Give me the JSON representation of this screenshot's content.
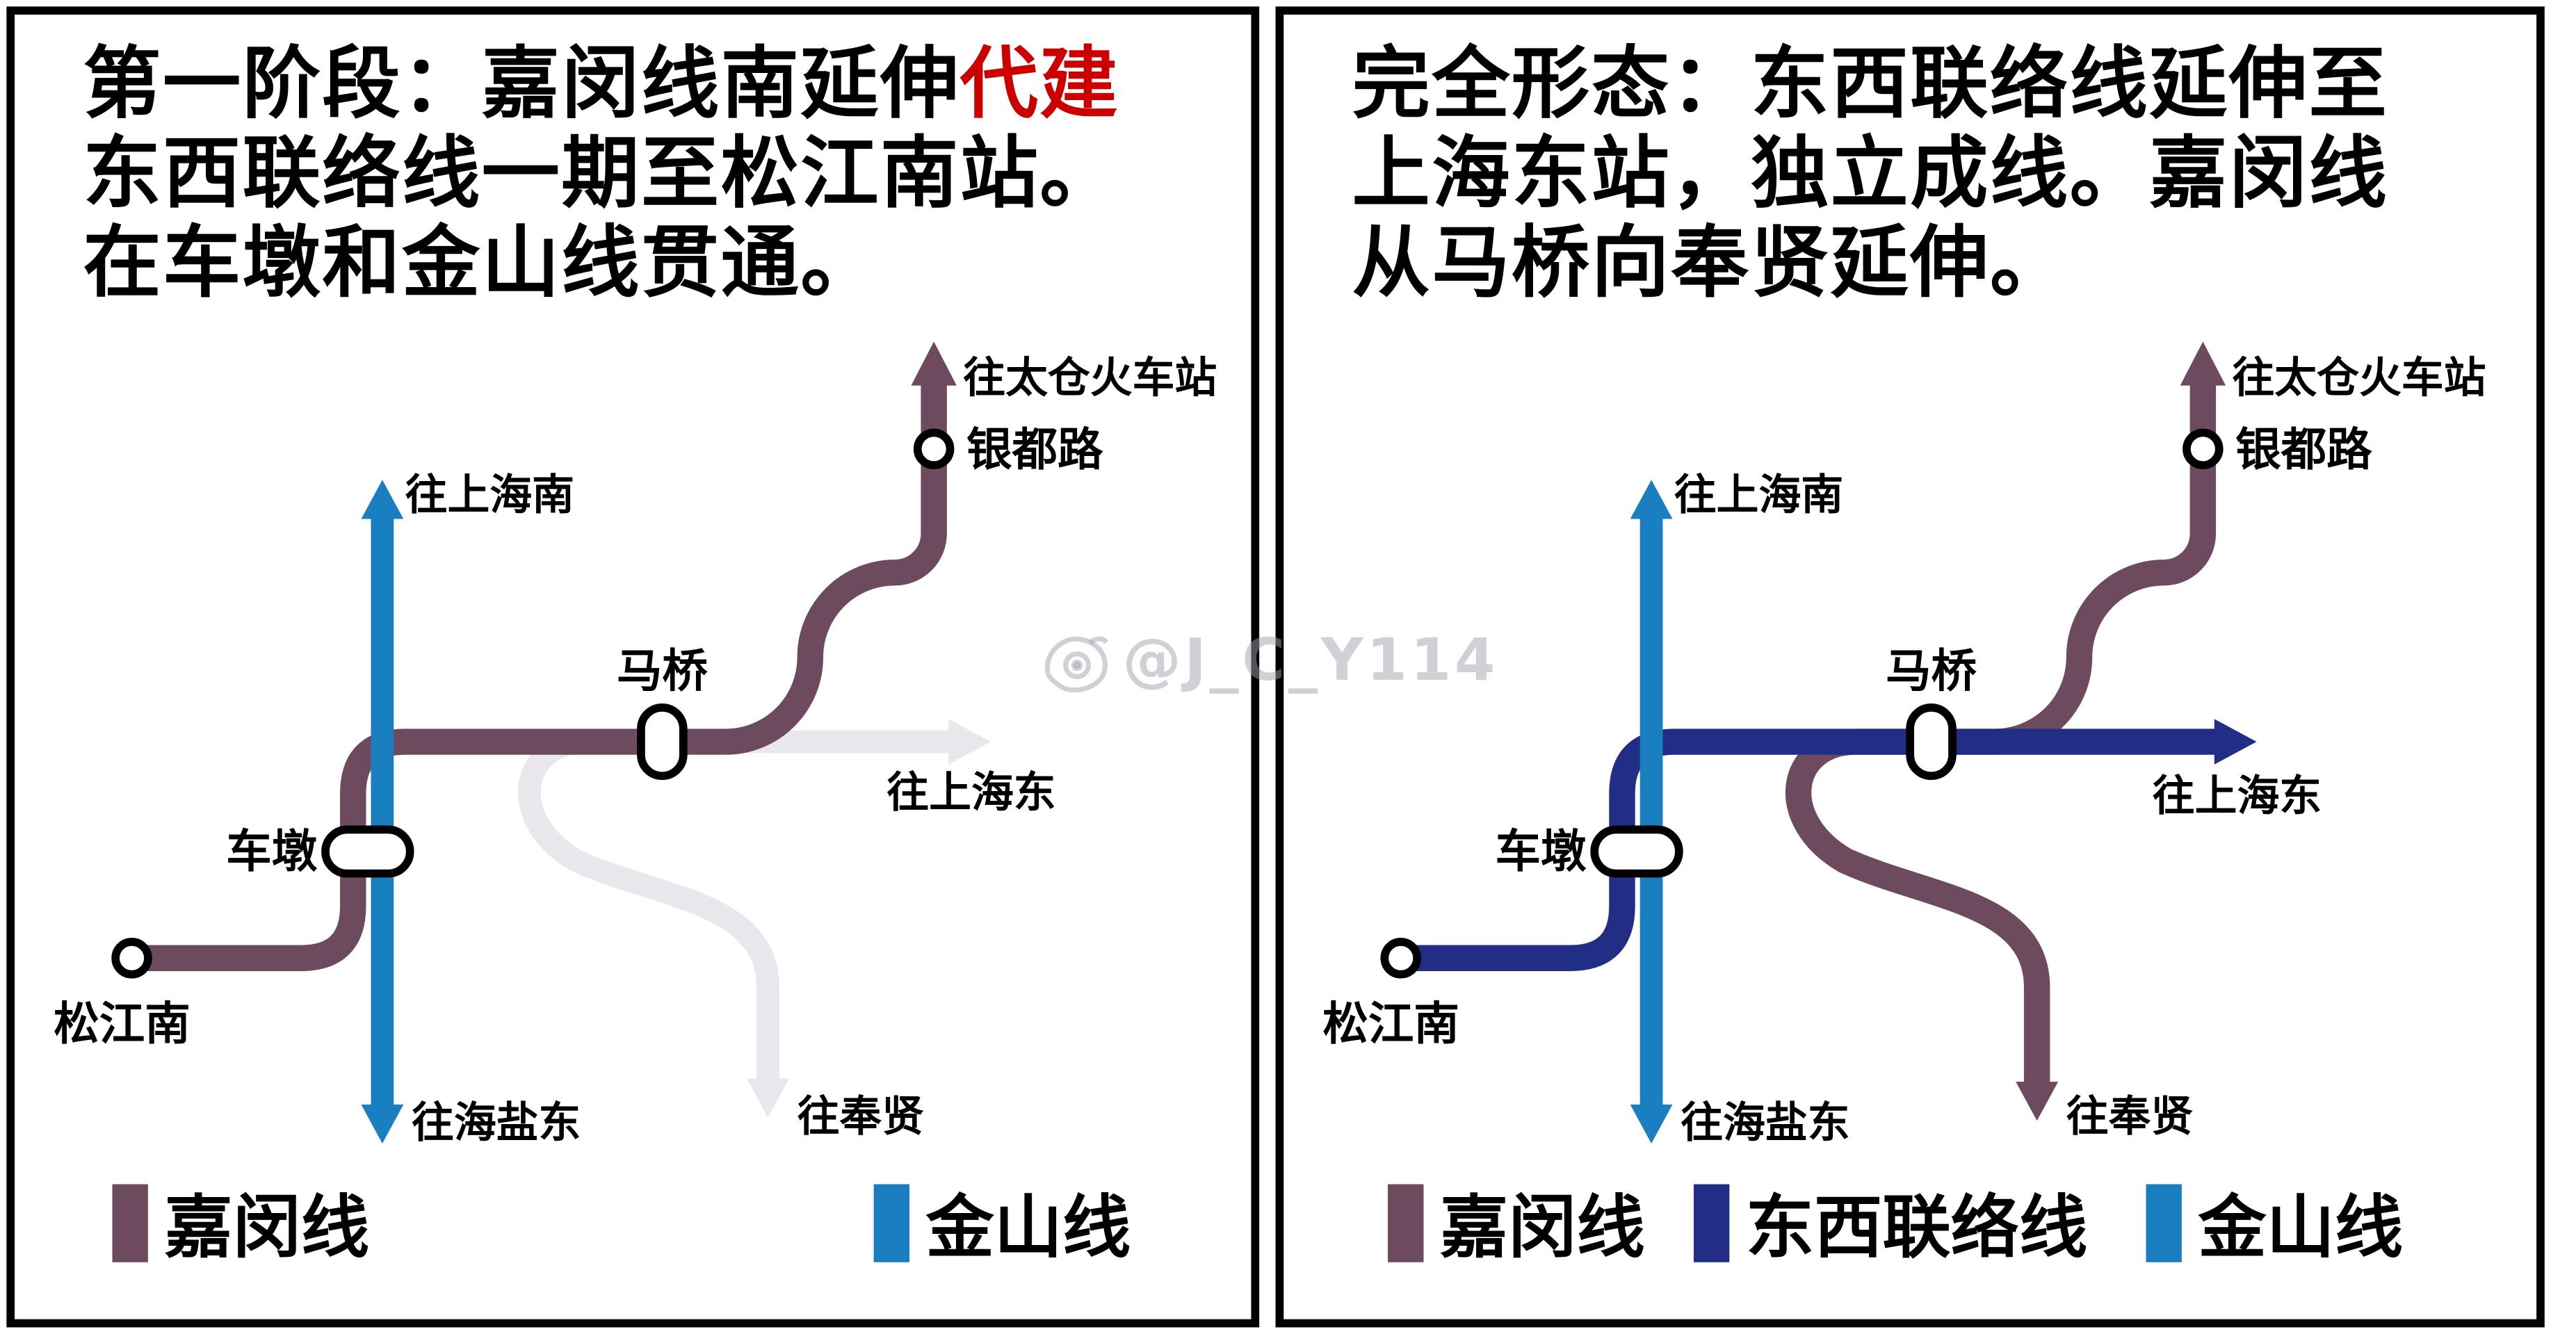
{
  "colors": {
    "jiamin": "#6d4a5e",
    "jinshan": "#1a7fc1",
    "lianluo": "#222e85",
    "ghost": "#eae7ec",
    "ghost_text": "#c9c4cc",
    "highlight_red": "#cc0000",
    "station_stroke": "#000000"
  },
  "stations": {
    "majiao": "马桥",
    "chedun": "车墩",
    "songjiangnan": "松江南",
    "yindulu": "银都路"
  },
  "directions": {
    "taicang": "往太仓火车站",
    "shanghainan": "往上海南",
    "haiyandong": "往海盐东",
    "shanghaidong": "往上海东",
    "fengxian": "往奉贤"
  },
  "watermark": {
    "text": "@J_C_Y114"
  },
  "left_panel": {
    "title": {
      "line1_prefix": "第一阶段：嘉闵线南延伸",
      "line1_highlight": "代建",
      "line2": "东西联络线一期至松江南站。",
      "line3": "在车墩和金山线贯通。"
    },
    "legend": [
      {
        "label": "嘉闵线",
        "color": "#6d4a5e"
      },
      {
        "label": "金山线",
        "color": "#1a7fc1"
      }
    ]
  },
  "right_panel": {
    "title": {
      "line1": "完全形态：东西联络线延伸至",
      "line2": "上海东站，独立成线。嘉闵线",
      "line3": "从马桥向奉贤延伸。"
    },
    "legend": [
      {
        "label": "嘉闵线",
        "color": "#6d4a5e"
      },
      {
        "label": "东西联络线",
        "color": "#222e85"
      },
      {
        "label": "金山线",
        "color": "#1a7fc1"
      }
    ]
  }
}
